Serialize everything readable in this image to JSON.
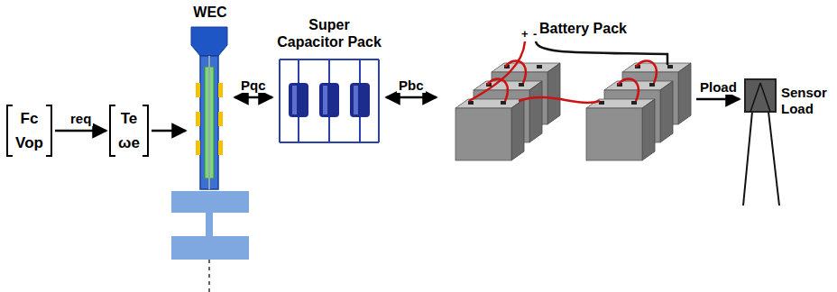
{
  "diagram": {
    "nodes": [
      {
        "text": [
          "Fc",
          "Vop"
        ]
      },
      {
        "text": [
          "Te",
          "ωe"
        ]
      },
      {
        "text": [
          "WEC"
        ]
      },
      {
        "text": [
          "Super Capacitor Pack"
        ]
      },
      {
        "text": [
          "Battery Pack"
        ]
      },
      {
        "text": [
          "Sensor Load"
        ]
      }
    ],
    "edges": [
      {
        "from": 0,
        "to": 1,
        "label": "req",
        "arrow": "to"
      },
      {
        "from": 1,
        "to": 2,
        "arrow": "to"
      },
      {
        "from": 2,
        "to": 3,
        "label": "Pqc",
        "arrow": "both"
      },
      {
        "from": 3,
        "to": 4,
        "label": "Pbc",
        "arrow": "both"
      },
      {
        "from": 4,
        "to": 5,
        "label": "Pload",
        "arrow": "to"
      }
    ],
    "labels": [
      "+",
      "-"
    ]
  }
}
